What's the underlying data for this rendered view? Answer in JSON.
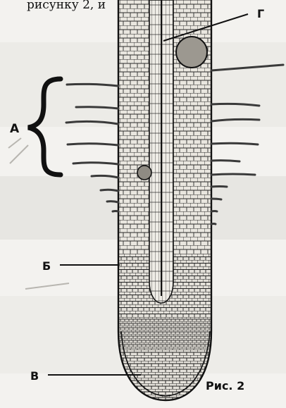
{
  "header_text": "рисунку 2, и",
  "labels": {
    "a": "А",
    "b": "Б",
    "v": "В",
    "g": "Г"
  },
  "caption": "Рис. 2"
}
